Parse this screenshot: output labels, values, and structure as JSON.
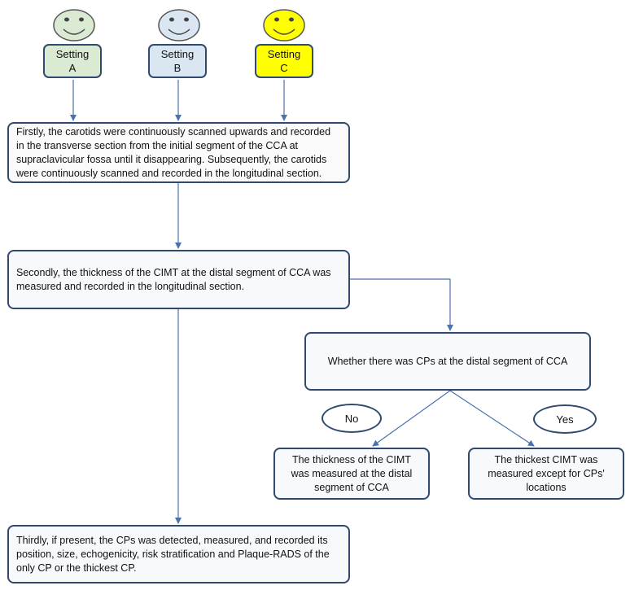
{
  "settings": [
    {
      "line1": "Setting",
      "line2": "A",
      "color": "#dbead2",
      "face_color": "#dbead2"
    },
    {
      "line1": "Setting",
      "line2": "B",
      "color": "#dbe6f3",
      "face_color": "#dbe6f3"
    },
    {
      "line1": "Setting",
      "line2": "C",
      "color": "#ffff00",
      "face_color": "#ffff00"
    }
  ],
  "steps": {
    "first": "Firstly, the carotids were continuously scanned upwards and recorded in the transverse section from the initial segment of the CCA at supraclavicular fossa until it disappearing. Subsequently, the carotids were continuously scanned and recorded in the longitudinal section.",
    "second": "Secondly, the thickness of the CIMT at the distal segment of CCA was measured and recorded in the longitudinal section.",
    "question": "Whether there was CPs at the distal segment of CCA",
    "no_label": "No",
    "yes_label": "Yes",
    "no_result": "The thickness of the CIMT was measured at the distal segment of CCA",
    "yes_result": "The thickest CIMT was measured except for CPs' locations",
    "third": "Thirdly, if present, the CPs was detected, measured, and recorded its position, size, echogenicity, risk stratification and Plaque-RADS of the only CP or the thickest CP."
  },
  "colors": {
    "arrow": "#4a72b0",
    "border": "#2f4a6e"
  }
}
